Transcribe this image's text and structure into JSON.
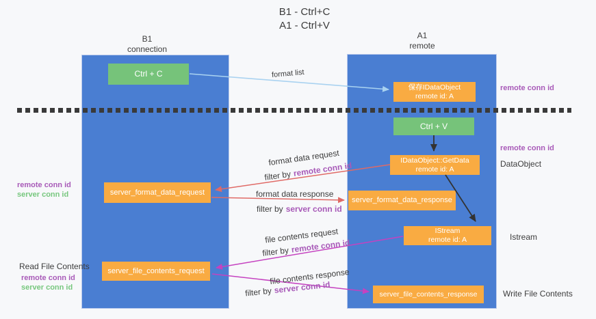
{
  "title": {
    "line1": "B1 - Ctrl+C",
    "line2": "A1 - Ctrl+V"
  },
  "lanes": {
    "left": {
      "name": "B1",
      "sub": "connection"
    },
    "right": {
      "name": "A1",
      "sub": "remote"
    }
  },
  "boxes": {
    "ctrl_c": "Ctrl + C",
    "ctrl_v": "Ctrl + V",
    "save_idataobject": {
      "line1": "保存IDataObject",
      "line2": "remote id: A"
    },
    "getdata": {
      "line1": "IDataObject::GetData",
      "line2": "remote id: A"
    },
    "istream": {
      "line1": "IStream",
      "line2": "remote id: A"
    },
    "format_request": "server_format_data_request",
    "format_response": "server_format_data_response",
    "file_request": "server_file_contents_request",
    "file_response": "server_file_contents_response"
  },
  "labels": {
    "format_list": "format list",
    "format_data_request": "format data request",
    "format_data_response": "format data response",
    "file_contents_request": "file contents request",
    "file_contents_response": "file contents response",
    "filter_by": "filter by",
    "remote_conn_id": "remote conn id",
    "server_conn_id": "server conn id",
    "dataobject": "DataObject",
    "istream_side": "Istream",
    "read_file_contents": "Read File Contents",
    "write_file_contents": "Write File Contents"
  },
  "colors": {
    "lane_blue": "#4a7ed2",
    "box_orange": "#f9ab42",
    "box_green": "#76c37a",
    "arrow_light_blue": "#a9d2f0",
    "arrow_red": "#e06a66",
    "arrow_magenta": "#c542c0",
    "arrow_black": "#333333",
    "text_purple": "#a85ab8",
    "text_green": "#77c77e"
  }
}
